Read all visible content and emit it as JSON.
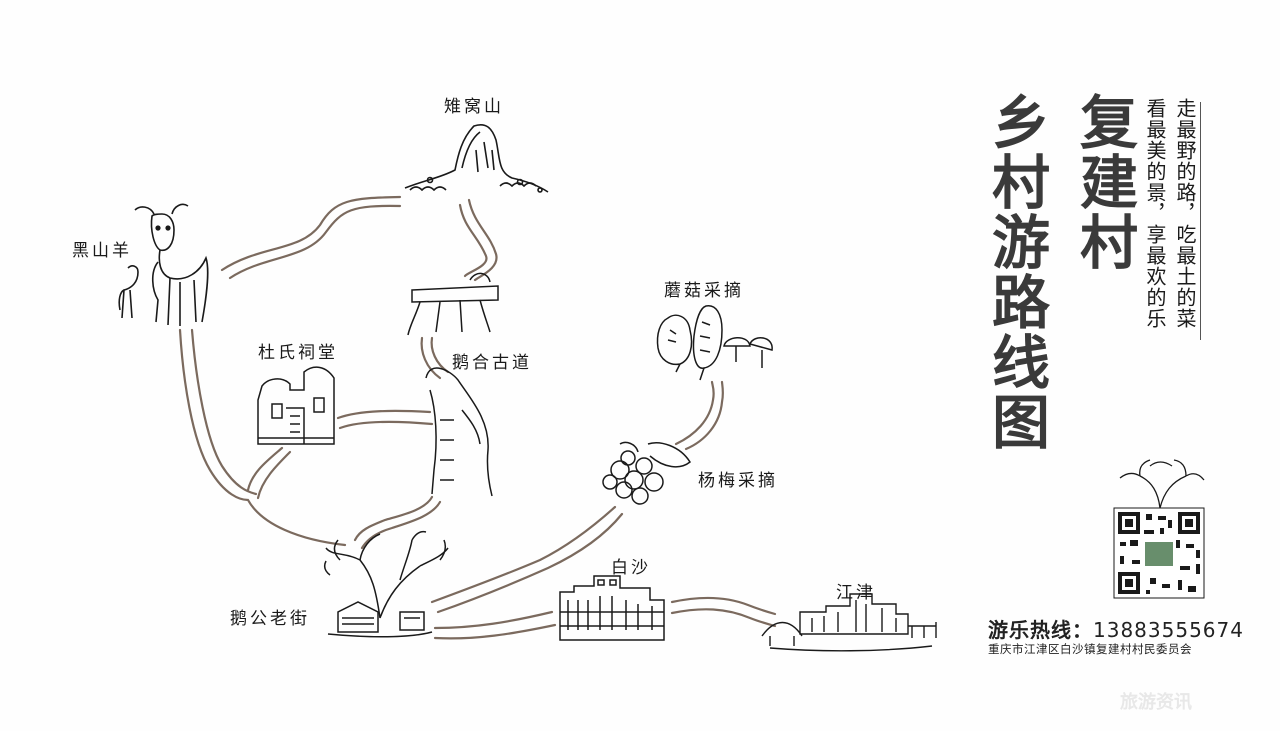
{
  "title": {
    "line1": "复建村",
    "line2": "乡村游路线图"
  },
  "slogan": {
    "line1": "走最野的路，吃最土的菜",
    "line2": "看最美的景，享最欢的乐"
  },
  "places": {
    "zhiwoshan": "雉窝山",
    "heishanyang": "黑山羊",
    "dushicitang": "杜氏祠堂",
    "gehegudao": "鹅合古道",
    "mogucaizhai": "蘑菇采摘",
    "yangmeicaizhai": "杨梅采摘",
    "baisha": "白沙",
    "jiangjin": "江津",
    "gegonglaojie": "鹅公老街"
  },
  "hotline": {
    "label": "游乐热线：",
    "number": "13883555674"
  },
  "address": "重庆市江津区白沙镇复建村村民委员会",
  "watermark": "旅游资讯",
  "colors": {
    "road": "#7b6a5e",
    "ink": "#1a1a1a",
    "title": "#3a3a3a",
    "qr_green": "#4e7a52"
  }
}
